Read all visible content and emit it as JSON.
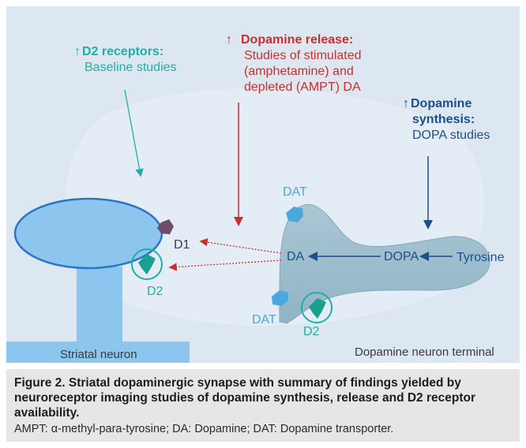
{
  "labels": {
    "d2_receptors_title": "D2 receptors:",
    "d2_receptors_sub": "Baseline studies",
    "dopamine_release_title": "Dopamine release:",
    "dopamine_release_sub1": "Studies of stimulated",
    "dopamine_release_sub2": "(amphetamine) and",
    "dopamine_release_sub3": "depleted (AMPT) DA",
    "dopamine_synthesis_title1": "Dopamine",
    "dopamine_synthesis_title2": "synthesis:",
    "dopamine_synthesis_sub": "DOPA studies",
    "dat_top": "DAT",
    "dat_bottom": "DAT",
    "d1": "D1",
    "d2_left": "D2",
    "d2_right": "D2",
    "da": "DA",
    "dopa": "DOPA",
    "tyrosine": "Tyrosine",
    "striatal_neuron": "Striatal neuron",
    "dopamine_terminal": "Dopamine neuron terminal"
  },
  "caption": {
    "title": "Figure 2. Striatal dopaminergic synapse with summary of findings yielded by neuroreceptor imaging studies of dopamine synthesis, release and D2 receptor availability.",
    "note": "AMPT: α-methyl-para-tyrosine; DA: Dopamine; DAT: Dopamine transporter."
  },
  "colors": {
    "teal": "#1fb0a4",
    "red": "#c8302f",
    "navy": "#1e4f8d",
    "light_blue": "#4aa8dd",
    "neuron_fill": "#8cc6ee",
    "neuron_outline": "#2d74c4",
    "terminal_fill": "#9fbfcf",
    "d1_receptor": "#6b4f6a",
    "panel_bg": "#dde7f1",
    "caption_bg": "#e6e6e7"
  },
  "icons": {
    "d2_receptor": "d2-receptor-icon",
    "d1_receptor": "d1-receptor-icon",
    "dat": "dat-transporter-icon"
  }
}
